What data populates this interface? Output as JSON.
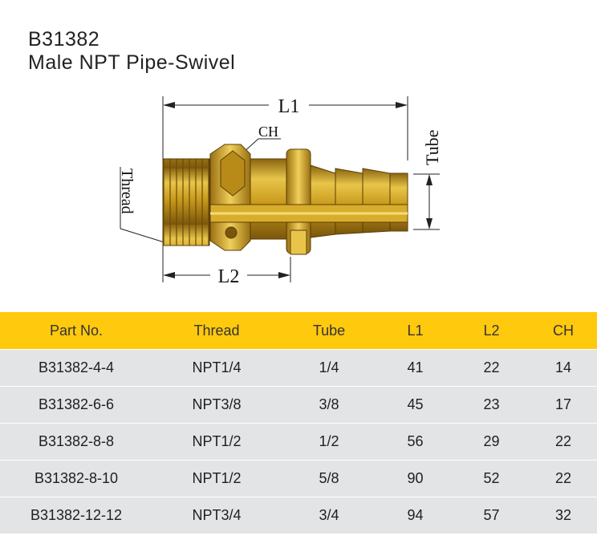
{
  "header": {
    "title": "B31382",
    "subtitle": "Male NPT Pipe-Swivel"
  },
  "diagram": {
    "labels": {
      "l1": "L1",
      "l2": "L2",
      "ch": "CH",
      "thread": "Thread",
      "tube": "Tube"
    },
    "colors": {
      "brass": "#c89a1c",
      "brass_light": "#e8c54a",
      "brass_dark": "#8a6410"
    }
  },
  "table": {
    "colors": {
      "header_bg": "#ffc90e",
      "row_bg": "#e3e4e6"
    },
    "columns": [
      "Part No.",
      "Thread",
      "Tube",
      "L1",
      "L2",
      "CH"
    ],
    "rows": [
      {
        "part": "B31382-4-4",
        "thread": "NPT1/4",
        "tube": "1/4",
        "l1": "41",
        "l2": "22",
        "ch": "14"
      },
      {
        "part": "B31382-6-6",
        "thread": "NPT3/8",
        "tube": "3/8",
        "l1": "45",
        "l2": "23",
        "ch": "17"
      },
      {
        "part": "B31382-8-8",
        "thread": "NPT1/2",
        "tube": "1/2",
        "l1": "56",
        "l2": "29",
        "ch": "22"
      },
      {
        "part": "B31382-8-10",
        "thread": "NPT1/2",
        "tube": "5/8",
        "l1": "90",
        "l2": "52",
        "ch": "22"
      },
      {
        "part": "B31382-12-12",
        "thread": "NPT3/4",
        "tube": "3/4",
        "l1": "94",
        "l2": "57",
        "ch": "32"
      }
    ]
  }
}
